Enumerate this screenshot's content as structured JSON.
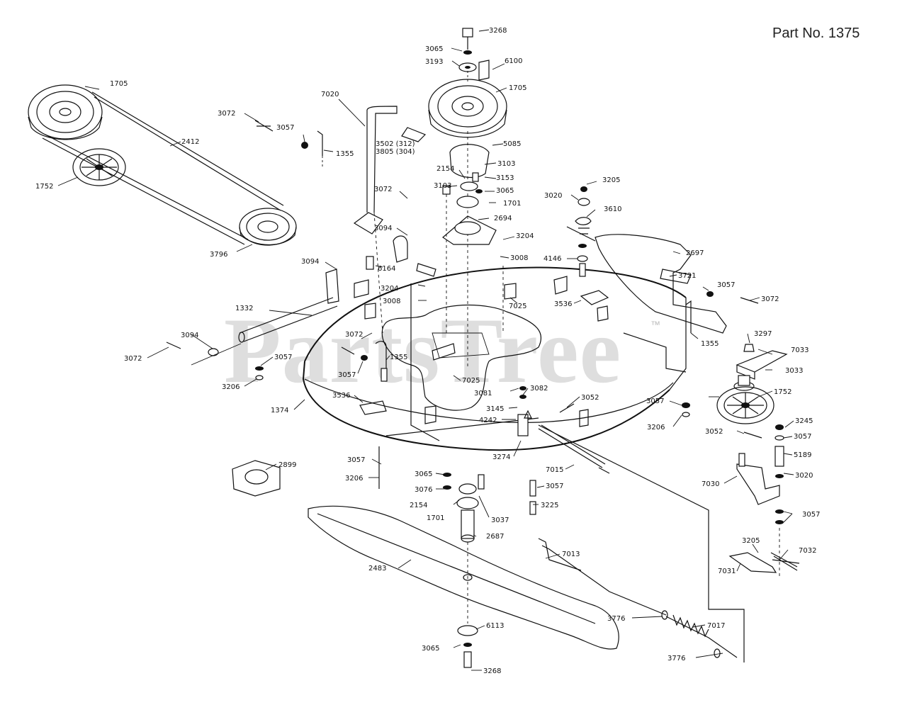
{
  "header": {
    "part_number": "Part No. 1375"
  },
  "watermark": {
    "text": "PartsTree",
    "trademark": "™"
  },
  "callouts": [
    {
      "id": "c1",
      "text": "3268"
    },
    {
      "id": "c2",
      "text": "3065"
    },
    {
      "id": "c3",
      "text": "3193"
    },
    {
      "id": "c4",
      "text": "6100"
    },
    {
      "id": "c5",
      "text": "1705"
    },
    {
      "id": "c6",
      "text": "1705"
    },
    {
      "id": "c7",
      "text": "7020"
    },
    {
      "id": "c8",
      "text": "3072"
    },
    {
      "id": "c9",
      "text": "3057"
    },
    {
      "id": "c10",
      "text": "2412"
    },
    {
      "id": "c11",
      "text": "1355"
    },
    {
      "id": "c12",
      "text": "3502 (312)"
    },
    {
      "id": "c13",
      "text": "3805 (304)"
    },
    {
      "id": "c14",
      "text": "5085"
    },
    {
      "id": "c15",
      "text": "3103"
    },
    {
      "id": "c16",
      "text": "2154"
    },
    {
      "id": "c17",
      "text": "3153"
    },
    {
      "id": "c18",
      "text": "1752"
    },
    {
      "id": "c19",
      "text": "3065"
    },
    {
      "id": "c20",
      "text": "3205"
    },
    {
      "id": "c21",
      "text": "3103"
    },
    {
      "id": "c22",
      "text": "3072"
    },
    {
      "id": "c23",
      "text": "1701"
    },
    {
      "id": "c24",
      "text": "3020"
    },
    {
      "id": "c25",
      "text": "3610"
    },
    {
      "id": "c26",
      "text": "2694"
    },
    {
      "id": "c27",
      "text": "3796"
    },
    {
      "id": "c28",
      "text": "3094"
    },
    {
      "id": "c29",
      "text": "3204"
    },
    {
      "id": "c30",
      "text": "3008"
    },
    {
      "id": "c31",
      "text": "4146"
    },
    {
      "id": "c32",
      "text": "2697"
    },
    {
      "id": "c33",
      "text": "3094"
    },
    {
      "id": "c34",
      "text": "6164"
    },
    {
      "id": "c35",
      "text": "3721"
    },
    {
      "id": "c36",
      "text": "3204"
    },
    {
      "id": "c37",
      "text": "3057"
    },
    {
      "id": "c38",
      "text": "3072"
    },
    {
      "id": "c39",
      "text": "3008"
    },
    {
      "id": "c40",
      "text": "7025"
    },
    {
      "id": "c41",
      "text": "3536"
    },
    {
      "id": "c42",
      "text": "1332"
    },
    {
      "id": "c43",
      "text": "3094"
    },
    {
      "id": "c44",
      "text": "3072"
    },
    {
      "id": "c45",
      "text": "1355"
    },
    {
      "id": "c46",
      "text": "3297"
    },
    {
      "id": "c47",
      "text": "7033"
    },
    {
      "id": "c48",
      "text": "3072"
    },
    {
      "id": "c49",
      "text": "1355"
    },
    {
      "id": "c50",
      "text": "3057"
    },
    {
      "id": "c51",
      "text": "3057"
    },
    {
      "id": "c52",
      "text": "3033"
    },
    {
      "id": "c53",
      "text": "7025"
    },
    {
      "id": "c54",
      "text": "3206"
    },
    {
      "id": "c55",
      "text": "3081"
    },
    {
      "id": "c56",
      "text": "3082"
    },
    {
      "id": "c57",
      "text": "1752"
    },
    {
      "id": "c58",
      "text": "3536"
    },
    {
      "id": "c59",
      "text": "3052"
    },
    {
      "id": "c60",
      "text": "3057"
    },
    {
      "id": "c61",
      "text": "1374"
    },
    {
      "id": "c62",
      "text": "3145"
    },
    {
      "id": "c63",
      "text": "4242"
    },
    {
      "id": "c64",
      "text": "3206"
    },
    {
      "id": "c65",
      "text": "3245"
    },
    {
      "id": "c66",
      "text": "3052"
    },
    {
      "id": "c67",
      "text": "3057"
    },
    {
      "id": "c68",
      "text": "3274"
    },
    {
      "id": "c69",
      "text": "5189"
    },
    {
      "id": "c70",
      "text": "3057"
    },
    {
      "id": "c71",
      "text": "2899"
    },
    {
      "id": "c72",
      "text": "7015"
    },
    {
      "id": "c73",
      "text": "3020"
    },
    {
      "id": "c74",
      "text": "3065"
    },
    {
      "id": "c75",
      "text": "3206"
    },
    {
      "id": "c76",
      "text": "3057"
    },
    {
      "id": "c77",
      "text": "7030"
    },
    {
      "id": "c78",
      "text": "3076"
    },
    {
      "id": "c79",
      "text": "2154"
    },
    {
      "id": "c80",
      "text": "3225"
    },
    {
      "id": "c81",
      "text": "1701"
    },
    {
      "id": "c82",
      "text": "3037"
    },
    {
      "id": "c83",
      "text": "3057"
    },
    {
      "id": "c84",
      "text": "2687"
    },
    {
      "id": "c85",
      "text": "3205"
    },
    {
      "id": "c86",
      "text": "7032"
    },
    {
      "id": "c87",
      "text": "7013"
    },
    {
      "id": "c88",
      "text": "7031"
    },
    {
      "id": "c89",
      "text": "2483"
    },
    {
      "id": "c90",
      "text": "3776"
    },
    {
      "id": "c91",
      "text": "7017"
    },
    {
      "id": "c92",
      "text": "6113"
    },
    {
      "id": "c93",
      "text": "3065"
    },
    {
      "id": "c94",
      "text": "3776"
    },
    {
      "id": "c95",
      "text": "3268"
    }
  ]
}
